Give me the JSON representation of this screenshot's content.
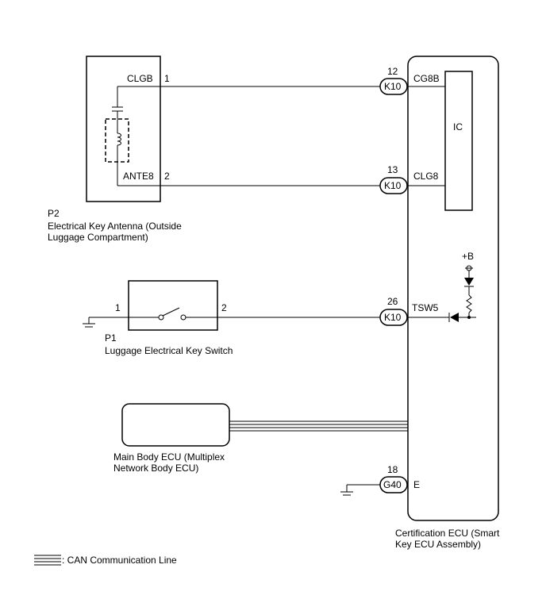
{
  "components": {
    "antenna": {
      "code": "P2",
      "name_line1": "Electrical Key Antenna (Outside",
      "name_line2": "Luggage Compartment)",
      "pins": [
        {
          "label": "CLGB",
          "number": "1"
        },
        {
          "label": "ANTE8",
          "number": "2"
        }
      ]
    },
    "switch": {
      "code": "P1",
      "name": "Luggage Electrical Key Switch",
      "pin_left": "1",
      "pin_right": "2"
    },
    "main_body_ecu": {
      "name_line1": "Main Body ECU (Multiplex",
      "name_line2": "Network Body ECU)"
    },
    "certification_ecu": {
      "name_line1": "Certification ECU (Smart",
      "name_line2": "Key ECU Assembly)",
      "ic_label": "IC",
      "power_label": "+B"
    }
  },
  "connectors": [
    {
      "id": "K10",
      "pin": "12",
      "terminal": "CG8B"
    },
    {
      "id": "K10",
      "pin": "13",
      "terminal": "CLG8"
    },
    {
      "id": "K10",
      "pin": "26",
      "terminal": "TSW5"
    },
    {
      "id": "G40",
      "pin": "18",
      "terminal": "E"
    }
  ],
  "legend": {
    "can_label": ": CAN Communication Line"
  }
}
